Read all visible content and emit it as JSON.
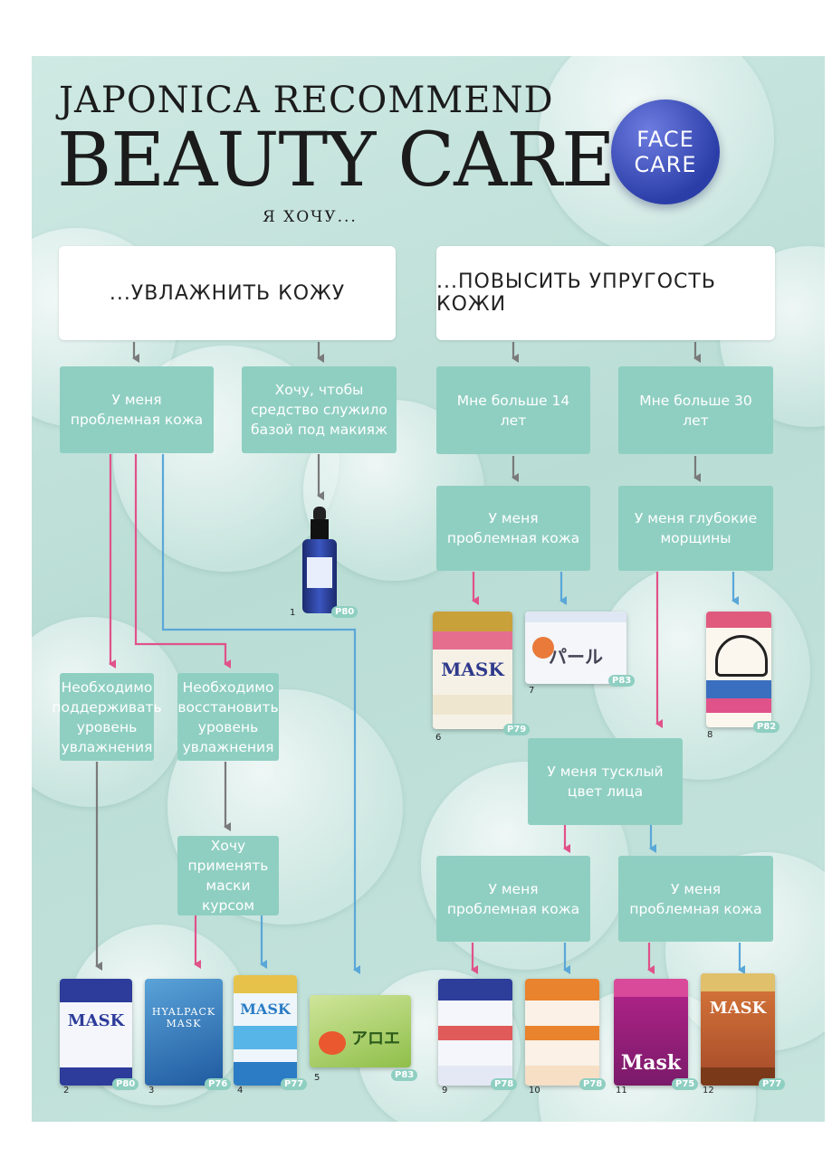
{
  "header": {
    "line1": "JAPONICA RECOMMEND",
    "line2": "BEAUTY CARE",
    "subtitle": "Я ХОЧУ...",
    "badge_line1": "FACE",
    "badge_line2": "CARE"
  },
  "goals": {
    "moisturize": "...УВЛАЖНИТЬ КОЖУ",
    "elasticity": "...ПОВЫСИТЬ УПРУГОСТЬ КОЖИ"
  },
  "nodes": {
    "problem_skin_1": "У меня проблемная кожа",
    "makeup_base": "Хочу, чтобы средство служило базой под макияж",
    "over_14": "Мне больше 14 лет",
    "over_30": "Мне больше 30 лет",
    "problem_skin_2": "У меня проблемная кожа",
    "deep_wrinkles": "У меня глубокие морщины",
    "maintain_moisture": "Необходимо поддерживать уровень увлажнения",
    "restore_moisture": "Необходимо восстановить уровень увлажнения",
    "dull_complexion": "У меня тусклый цвет лица",
    "course_masks": "Хочу применять маски курсом",
    "problem_skin_3": "У меня проблемная кожа",
    "problem_skin_4": "У меня проблемная кожа"
  },
  "products": [
    {
      "num": "1",
      "page": "P80"
    },
    {
      "num": "2",
      "page": "P80",
      "word": "MASK"
    },
    {
      "num": "3",
      "page": "P76",
      "word": "HYALPACK MASK"
    },
    {
      "num": "4",
      "page": "P77",
      "word": "MASK"
    },
    {
      "num": "5",
      "page": "P83",
      "word": "アロエ"
    },
    {
      "num": "6",
      "page": "P79",
      "word": "MASK"
    },
    {
      "num": "7",
      "page": "P83",
      "word": "パール"
    },
    {
      "num": "8",
      "page": "P82"
    },
    {
      "num": "9",
      "page": "P78"
    },
    {
      "num": "10",
      "page": "P78"
    },
    {
      "num": "11",
      "page": "P75",
      "word": "Mask"
    },
    {
      "num": "12",
      "page": "P77",
      "word": "MASK"
    }
  ],
  "colors": {
    "background": "#bfe1d9",
    "node": "#8fcfc2",
    "arrow_grey": "#7a7a7a",
    "arrow_pink": "#e0528a",
    "arrow_blue": "#5aa7d8",
    "badge": "#3a4fc0"
  }
}
